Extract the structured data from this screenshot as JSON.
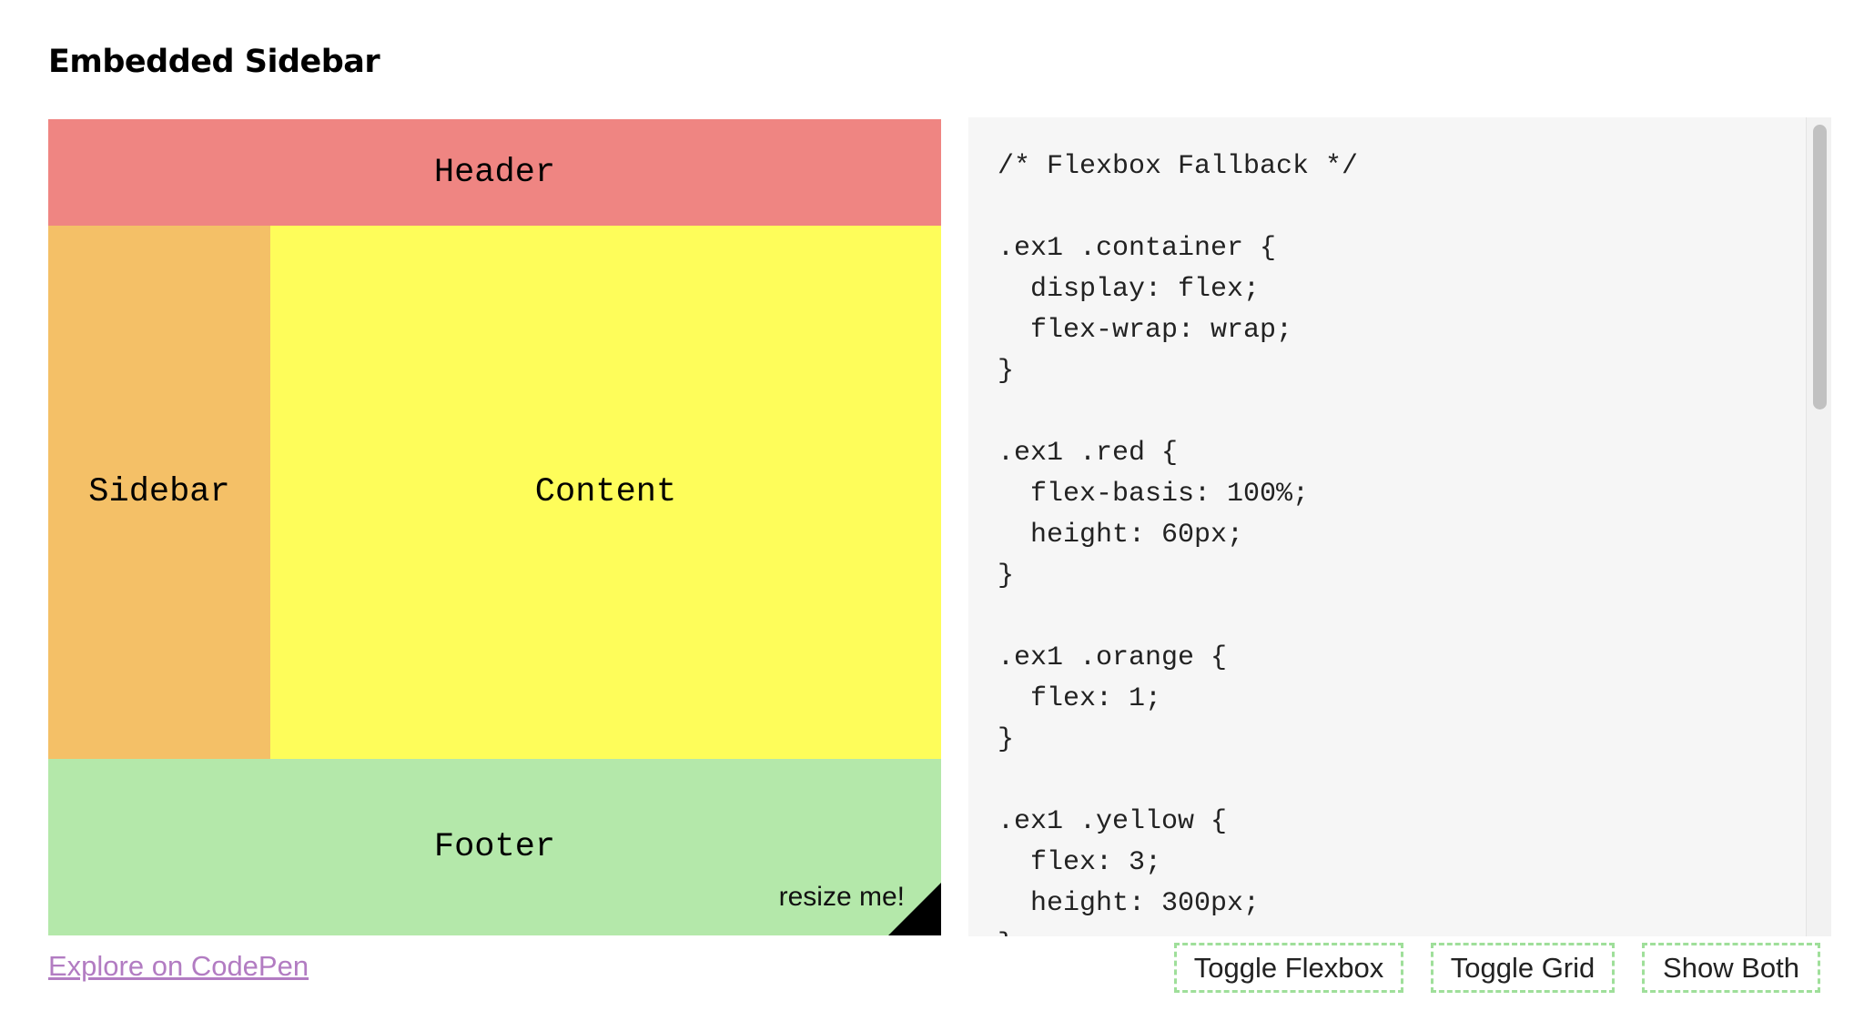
{
  "page": {
    "title": "Embedded Sidebar"
  },
  "demo": {
    "header_label": "Header",
    "sidebar_label": "Sidebar",
    "content_label": "Content",
    "footer_label": "Footer",
    "resize_label": "resize me!",
    "colors": {
      "header": "#ef8582",
      "sidebar": "#f4c067",
      "content": "#fefd5a",
      "footer": "#b4e8aa"
    }
  },
  "code_panel": {
    "code": "/* Flexbox Fallback */\n\n.ex1 .container {\n  display: flex;\n  flex-wrap: wrap;\n}\n\n.ex1 .red {\n  flex-basis: 100%;\n  height: 60px;\n}\n\n.ex1 .orange {\n  flex: 1;\n}\n\n.ex1 .yellow {\n  flex: 3;\n  height: 300px;\n}"
  },
  "footer_bar": {
    "codepen_link": "Explore on CodePen",
    "buttons": {
      "toggle_flexbox": "Toggle Flexbox",
      "toggle_grid": "Toggle Grid",
      "show_both": "Show Both"
    },
    "accent_color": "#b27cc2",
    "button_border_color": "#9fdf9a"
  }
}
